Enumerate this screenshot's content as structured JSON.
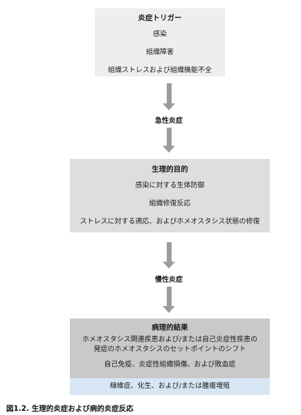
{
  "trigger": {
    "title": "炎症トリガー",
    "items": [
      "感染",
      "組織障害",
      "組織ストレスおよび組織機能不全"
    ]
  },
  "acute_label": "急性炎症",
  "physiological": {
    "title": "生理的目的",
    "items": [
      "感染に対する生体防御",
      "組織修復反応",
      "ストレスに対する適応、およびホメオスタシス状態の修復"
    ]
  },
  "chronic_label": "慢性炎症",
  "pathological": {
    "title": "病理的結果",
    "items": [
      "ホメオスタシス関連疾患および/または自己炎症性疾患の",
      "発症のホメオスタシスのセットポイントのシフト",
      "自己免疫、炎症性組織損傷、および敗血症"
    ],
    "highlight": "線維症、化生、および/または腫瘍増殖"
  },
  "caption": "図1.2. 生理的炎症および病的炎症反応",
  "colors": {
    "trigger_box": "#eeeeee",
    "physio_box": "#dedede",
    "patho_box": "#c9c9c9",
    "patho_highlight": "#d7e6f4",
    "arrow": "#9c9c9c"
  }
}
